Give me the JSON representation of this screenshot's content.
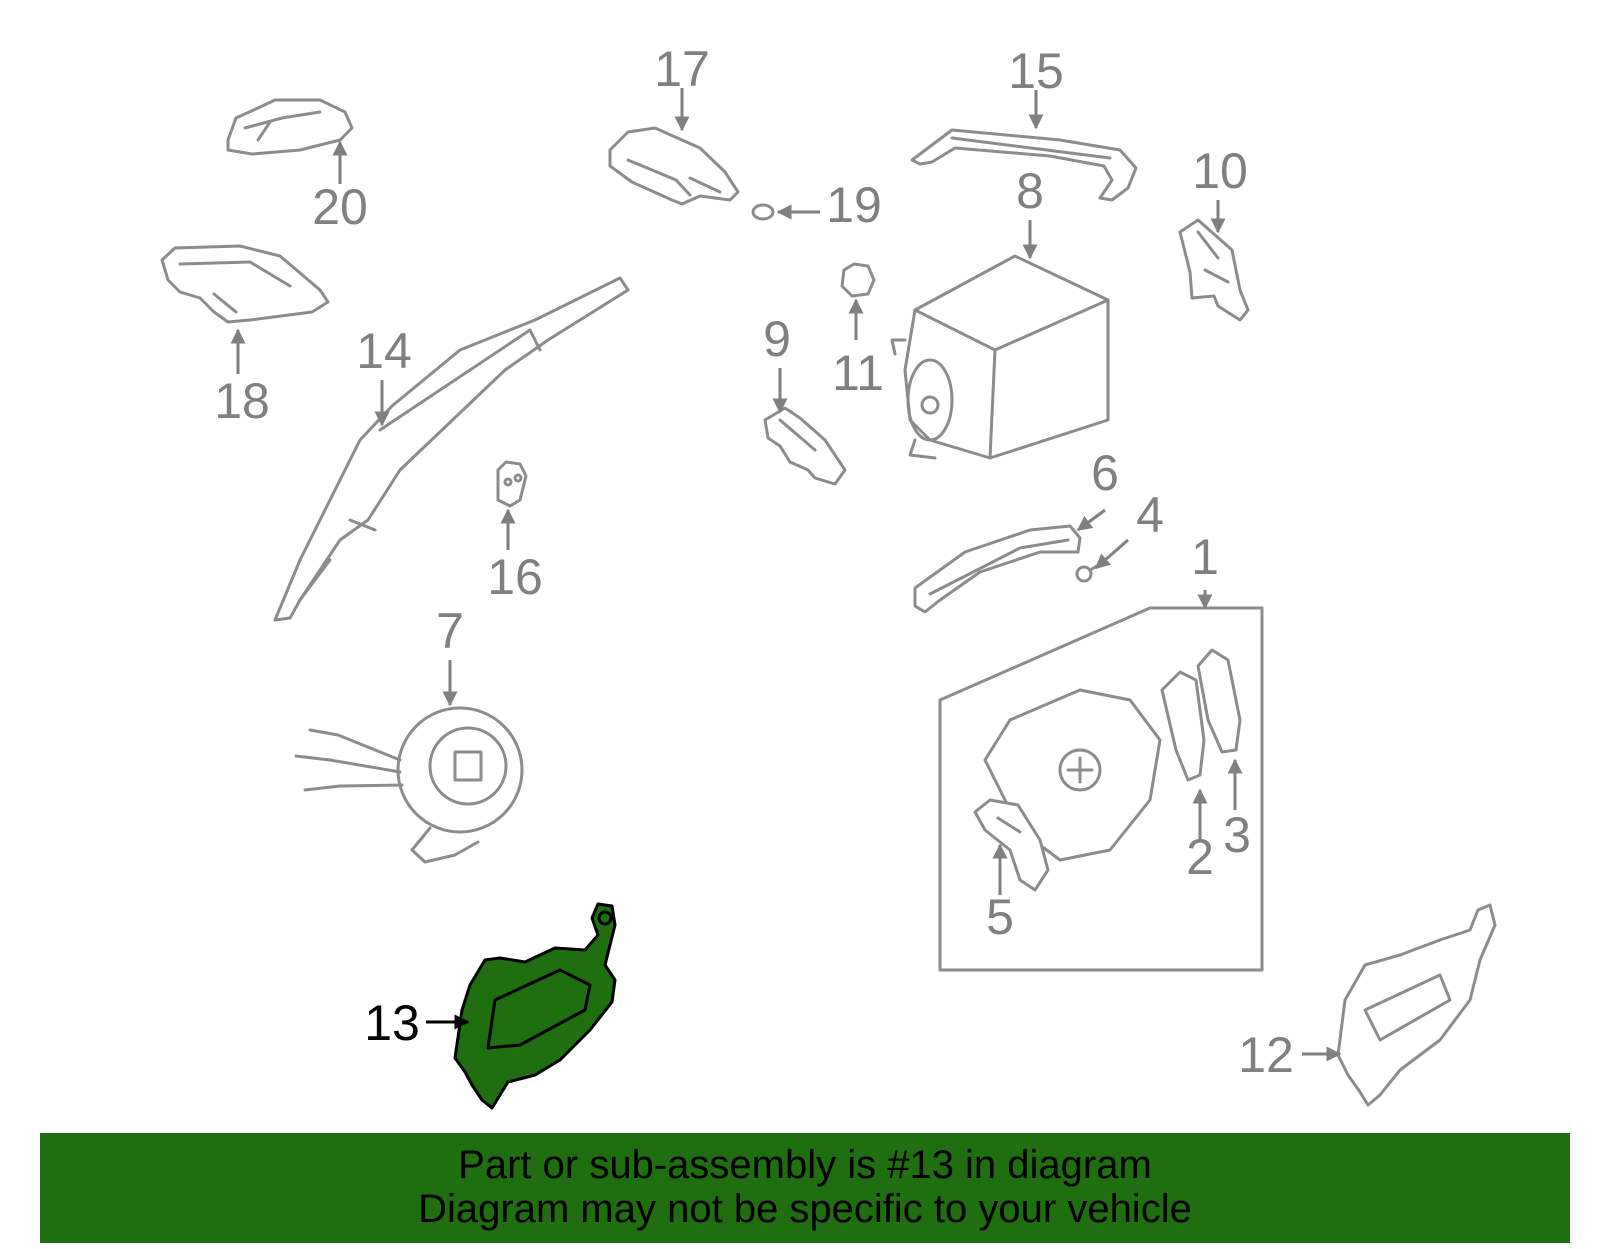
{
  "banner": {
    "line1": "Part or sub-assembly is #13 in diagram",
    "line2": "Diagram may not be specific to your vehicle"
  },
  "colors": {
    "highlight": "#1f6e10",
    "part_line": "#8c8c8c",
    "callout_gray": "#808080",
    "callout_active": "#000000"
  },
  "callouts": {
    "c1": "1",
    "c2": "2",
    "c3": "3",
    "c4": "4",
    "c5": "5",
    "c6": "6",
    "c7": "7",
    "c8": "8",
    "c9": "9",
    "c10": "10",
    "c11": "11",
    "c12": "12",
    "c13": "13",
    "c14": "14",
    "c15": "15",
    "c16": "16",
    "c17": "17",
    "c18": "18",
    "c19": "19",
    "c20": "20"
  },
  "highlighted_part": "13"
}
